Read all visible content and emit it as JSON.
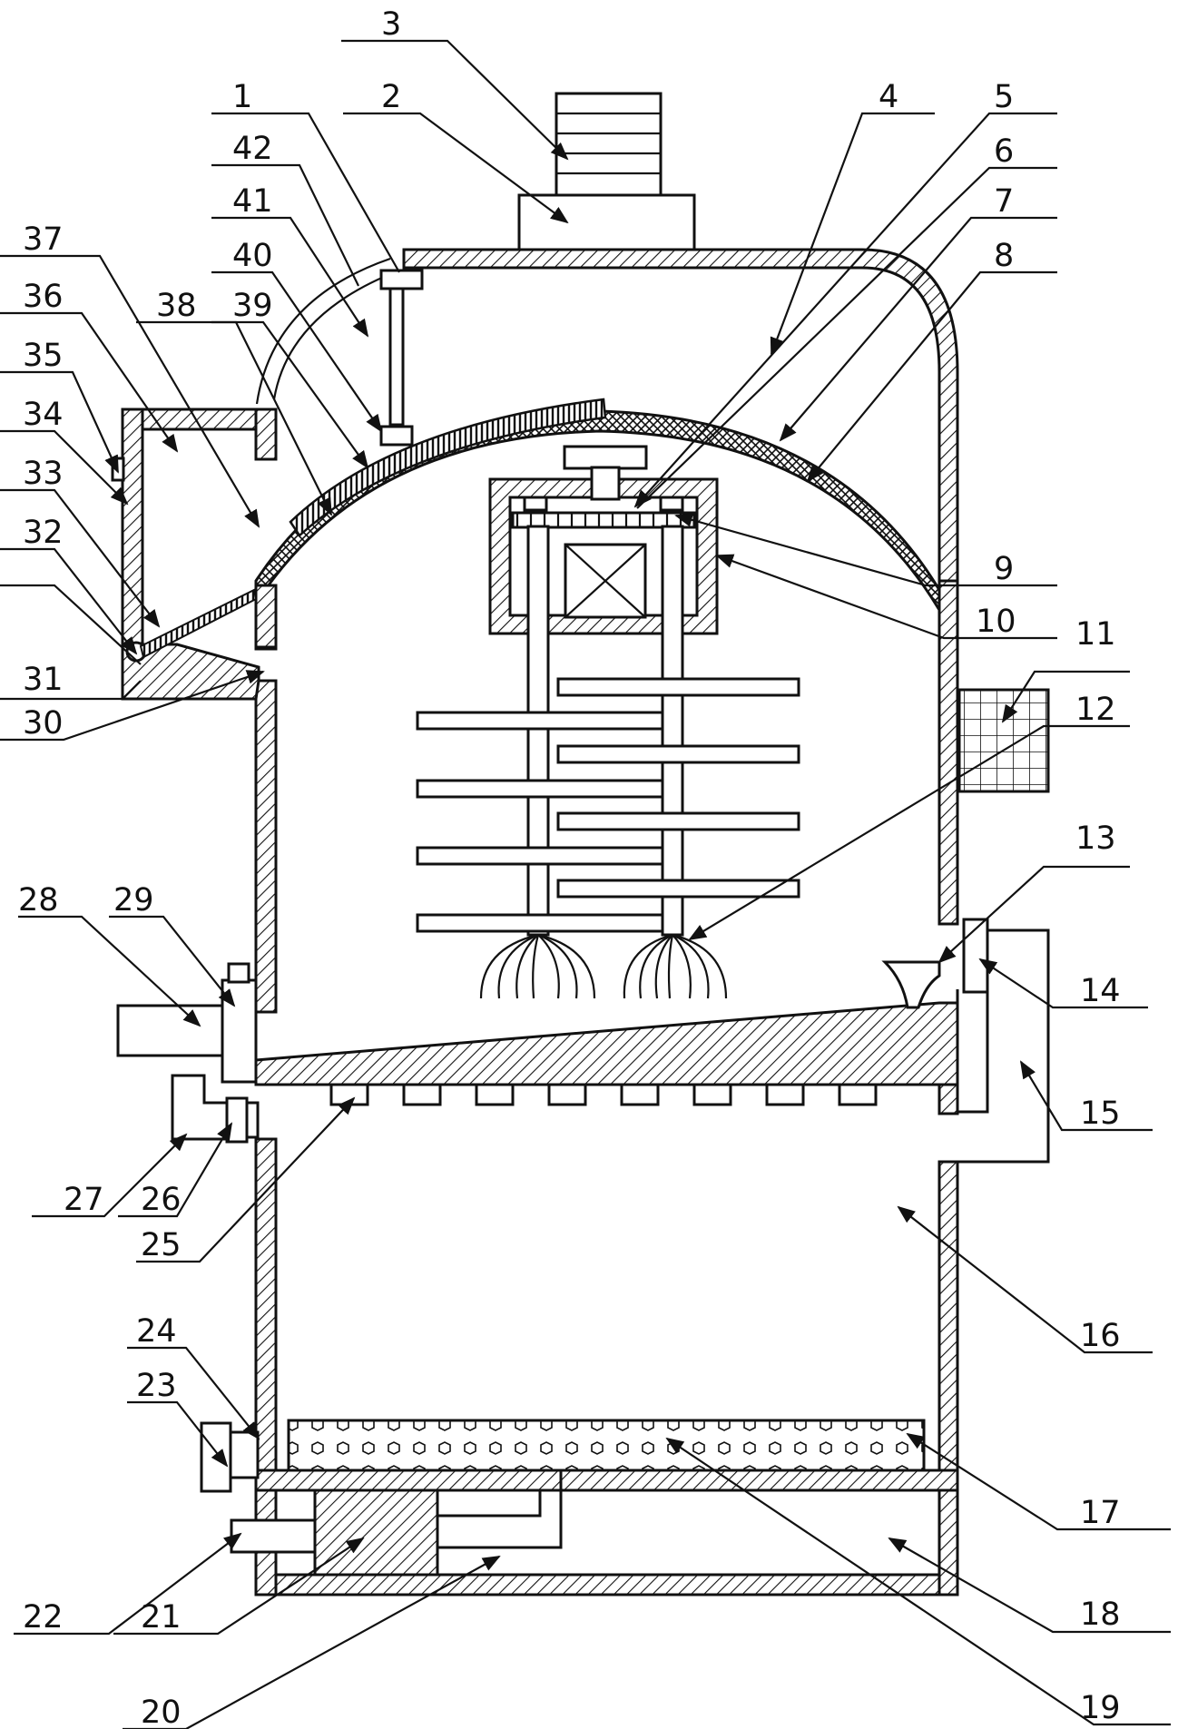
{
  "figure": {
    "type": "patent-drawing",
    "labels": [
      "1",
      "2",
      "3",
      "4",
      "5",
      "6",
      "7",
      "8",
      "9",
      "10",
      "11",
      "12",
      "13",
      "14",
      "15",
      "16",
      "17",
      "18",
      "19",
      "20",
      "21",
      "22",
      "23",
      "24",
      "25",
      "26",
      "27",
      "28",
      "29",
      "30",
      "31",
      "32",
      "33",
      "34",
      "35",
      "36",
      "37",
      "38",
      "39",
      "40",
      "41",
      "42"
    ]
  }
}
